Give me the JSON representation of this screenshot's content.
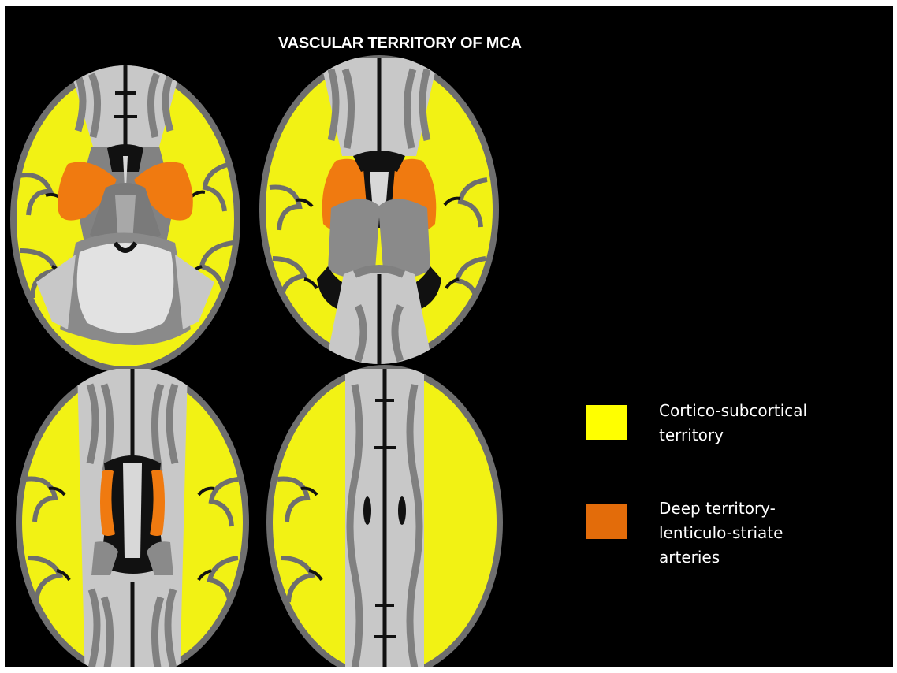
{
  "title": "VASCULAR TERRITORY OF MCA",
  "legend": [
    {
      "label": "Cortico-subcortical\nterritory",
      "color": "#ffff00"
    },
    {
      "label": "Deep territory-\nlenticulo-striate\narteries",
      "color": "#e36c0a"
    }
  ],
  "colors": {
    "background": "#000000",
    "cortical_territory": "#f2f214",
    "deep_territory": "#f07a10",
    "gray_matter": "#7c7c7c",
    "white_matter": "#bcbcbc",
    "csf": "#0a0a0a"
  }
}
